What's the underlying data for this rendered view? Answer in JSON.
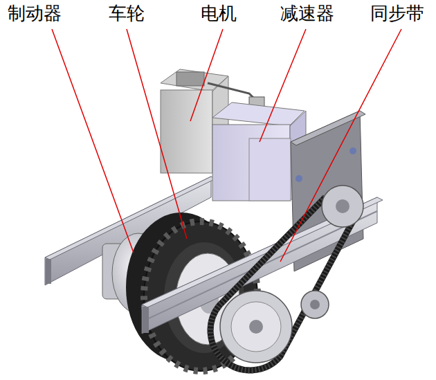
{
  "diagram": {
    "labels": [
      "制动器",
      "车轮",
      "电机",
      "减速器",
      "同步带"
    ]
  }
}
